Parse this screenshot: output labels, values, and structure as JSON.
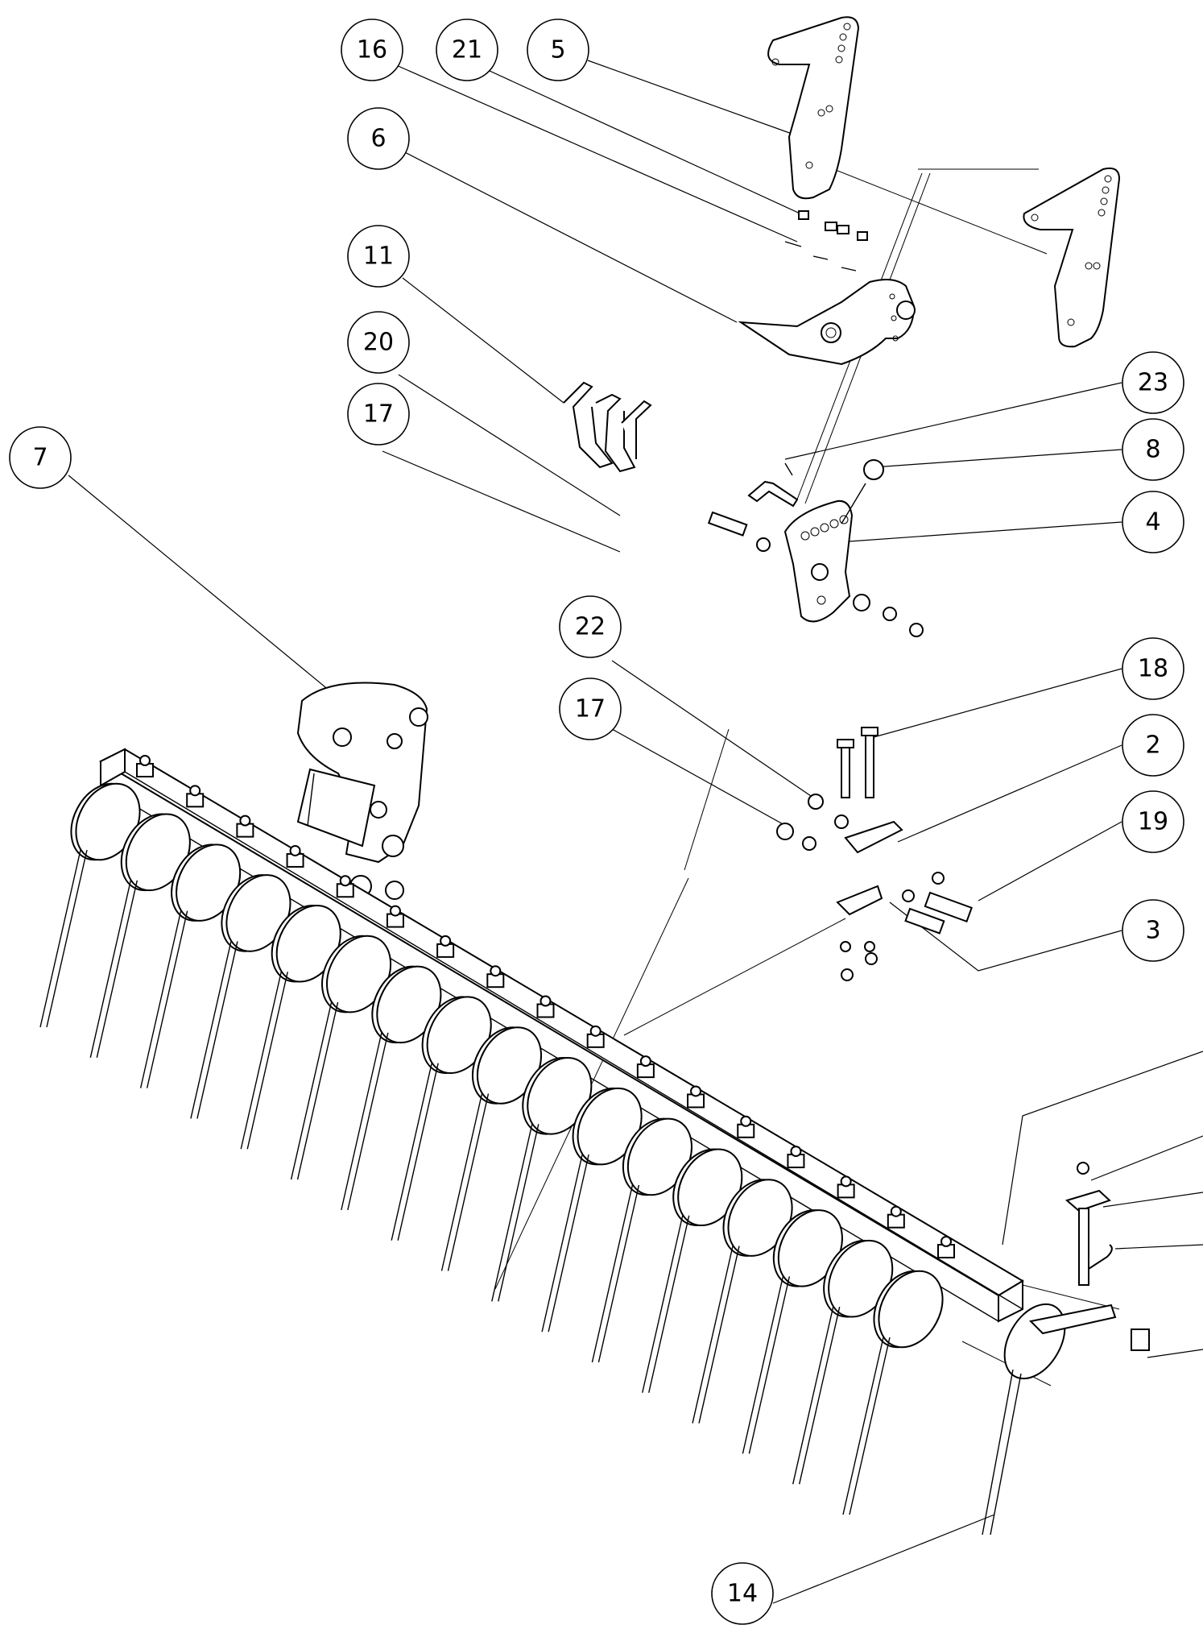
{
  "callouts": [
    "16",
    "21",
    "5",
    "6",
    "11",
    "20",
    "17",
    "23",
    "8",
    "4",
    "7",
    "22",
    "17",
    "18",
    "2",
    "19",
    "3",
    "14"
  ],
  "colors": {
    "ink": "#000000",
    "background": "#ffffff"
  }
}
